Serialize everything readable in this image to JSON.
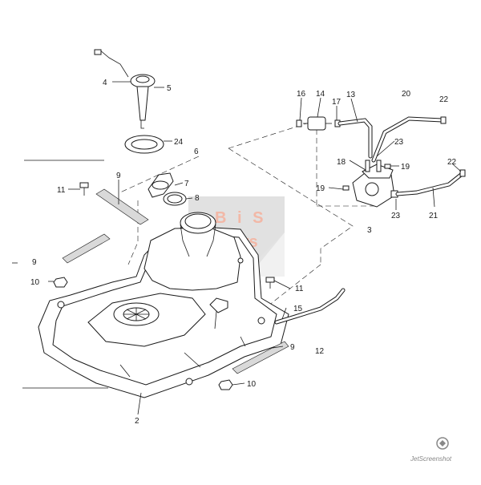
{
  "watermark": {
    "line1": "B i S",
    "line2": "Motors",
    "color": "#f2b8a7",
    "box_color": "#c8c8c8"
  },
  "corner_mark": {
    "text": "JetScreenshot"
  },
  "callouts": [
    {
      "id": "c2",
      "label": "2"
    },
    {
      "id": "c3",
      "label": "3"
    },
    {
      "id": "c4",
      "label": "4"
    },
    {
      "id": "c5",
      "label": "5"
    },
    {
      "id": "c6",
      "label": "6"
    },
    {
      "id": "c7",
      "label": "7"
    },
    {
      "id": "c8",
      "label": "8"
    },
    {
      "id": "c9a",
      "label": "9"
    },
    {
      "id": "c9b",
      "label": "9"
    },
    {
      "id": "c9c",
      "label": "9"
    },
    {
      "id": "c10a",
      "label": "10"
    },
    {
      "id": "c10b",
      "label": "10"
    },
    {
      "id": "c11a",
      "label": "11"
    },
    {
      "id": "c11b",
      "label": "11"
    },
    {
      "id": "c12",
      "label": "12"
    },
    {
      "id": "c13",
      "label": "13"
    },
    {
      "id": "c14",
      "label": "14"
    },
    {
      "id": "c15",
      "label": "15"
    },
    {
      "id": "c16",
      "label": "16"
    },
    {
      "id": "c17",
      "label": "17"
    },
    {
      "id": "c18",
      "label": "18"
    },
    {
      "id": "c19a",
      "label": "19"
    },
    {
      "id": "c19b",
      "label": "19"
    },
    {
      "id": "c20",
      "label": "20"
    },
    {
      "id": "c21",
      "label": "21"
    },
    {
      "id": "c22a",
      "label": "22"
    },
    {
      "id": "c22b",
      "label": "22"
    },
    {
      "id": "c23a",
      "label": "23"
    },
    {
      "id": "c23b",
      "label": "23"
    },
    {
      "id": "c24",
      "label": "24"
    }
  ]
}
